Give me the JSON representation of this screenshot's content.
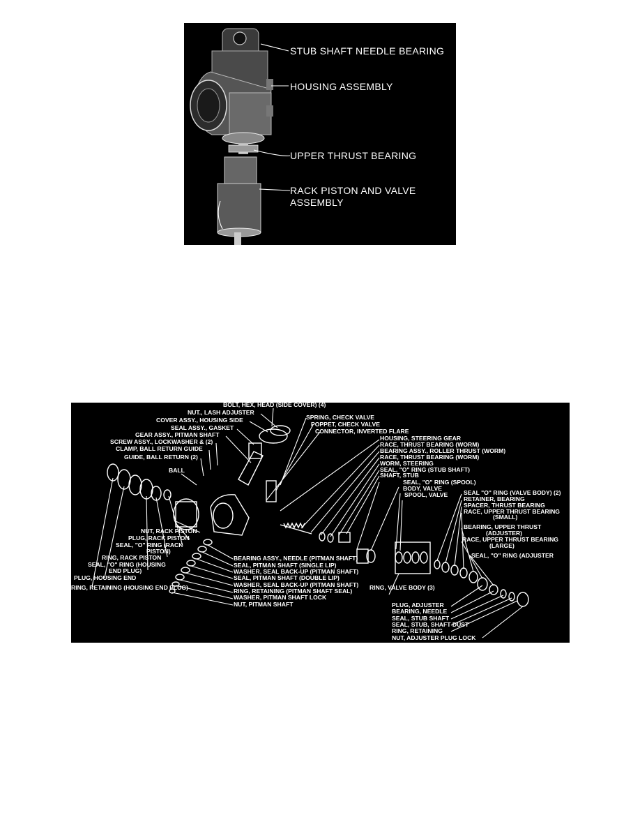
{
  "figure1": {
    "labels": [
      "STUB SHAFT NEEDLE BEARING",
      "HOUSING ASSEMBLY",
      "UPPER THRUST BEARING",
      "RACK PISTON AND VALVE",
      "ASSEMBLY"
    ]
  },
  "figure2": {
    "labels": [
      "BOLT, HEX, HEAD (SIDE COVER) (4)",
      "NUT., LASH ADJUSTER",
      "COVER ASSY., HOUSING SIDE",
      "SEAL ASSY., GASKET",
      "GEAR ASSY., PITMAN SHAFT",
      "SCREW ASSY., LOCKWASHER & (2)",
      "CLAMP, BALL RETURN GUIDE",
      "GUIDE, BALL RETURN (2)",
      "BALL",
      "SPRING, CHECK VALVE",
      "POPPET, CHECK VALVE",
      "CONNECTOR, INVERTED FLARE",
      "HOUSING, STEERING GEAR",
      "RACE, THRUST BEARING (WORM)",
      "BEARING ASSY., ROLLER THRUST (WORM)",
      "RACE, THRUST BEARING (WORM)",
      "WORM, STEERING",
      "SEAL, \"O\" RING (STUB SHAFT)",
      "SHAFT, STUB",
      "SEAL, \"O\" RING (SPOOL)",
      "BODY, VALVE",
      "SPOOL, VALVE",
      "SEAL \"O\" RING (VALVE BODY) (2)",
      "RETAINER, BEARING",
      "SPACER, THRUST BEARING",
      "RACE, UPPER THRUST BEARING",
      "(SMALL)",
      "BEARING, UPPER THRUST",
      "(ADJUSTER)",
      "RACE, UPPER THRUST BEARING",
      "(LARGE)",
      "SEAL, \"O\" RING (ADJUSTER",
      "NUT, RACK PISTON",
      "PLUG, RACK PISTON",
      "SEAL, \"O\" RING (RACK",
      "PISTON)",
      "RING, RACK PISTON",
      "SEAL, \"O\" RING (HOUSING",
      "END PLUG)",
      "PLUG, HOUSING END",
      "RING, RETAINING (HOUSING END PLUG)",
      "BEARING ASSY., NEEDLE (PITMAN SHAFT)",
      "SEAL, PITMAN SHAFT (SINGLE LIP)",
      "WASHER, SEAL BACK-UP (PITMAN SHAFT)",
      "SEAL, PITMAN SHAFT (DOUBLE LIP)",
      "WASHER, SEAL BACK-UP (PITMAN SHAFT)",
      "RING, RETAINING (PITMAN SHAFT SEAL)",
      "WASHER, PITMAN SHAFT LOCK",
      "NUT, PITMAN SHAFT",
      "RING, VALVE BODY (3)",
      "PLUG, ADJUSTER",
      "BEARING, NEEDLE",
      "SEAL, STUB SHAFT",
      "SEAL, STUB, SHAFT DUST",
      "RING, RETAINING",
      "NUT, ADJUSTER PLUG LOCK"
    ]
  }
}
